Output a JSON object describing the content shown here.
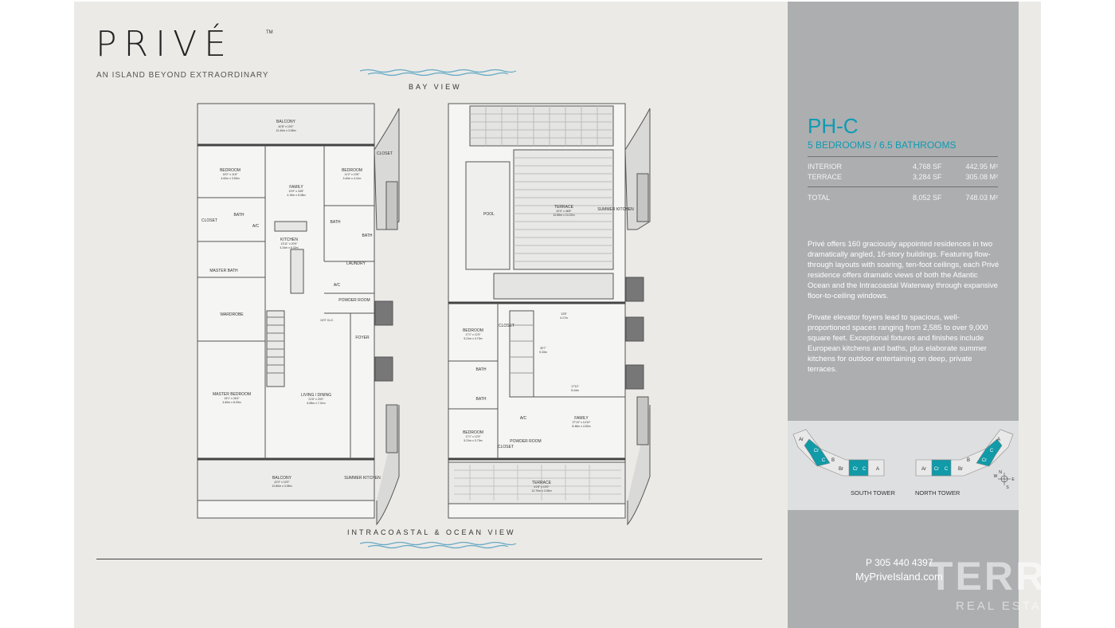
{
  "brand": {
    "logo": "PRIVÉ",
    "trademark": "TM",
    "tagline": "AN ISLAND BEYOND EXTRAORDINARY"
  },
  "views": {
    "top": "BAY VIEW",
    "bottom": "INTRACOASTAL & OCEAN VIEW"
  },
  "plan_lower": {
    "balcony_top": {
      "name": "BALCONY",
      "dims": "40'8\" x 10'0\"",
      "metric": "12.40m x 3.05m"
    },
    "bedroom_left": {
      "name": "BEDROOM",
      "dims": "15'2\" x 11'6\"",
      "metric": "4.62m x 3.50m"
    },
    "family": {
      "name": "FAMILY",
      "dims": "13'9\" x 16'8\"",
      "metric": "4.19m x 5.08m"
    },
    "bedroom_right": {
      "name": "BEDROOM",
      "dims": "11'2\" x 13'6\"",
      "metric": "3.40m x 4.11m"
    },
    "closet_top_right": "CLOSET",
    "closet_left": "CLOSET",
    "bath_left": "BATH",
    "ac": "A/C",
    "bath_right_1": "BATH",
    "bath_right_2": "BATH",
    "kitchen": {
      "name": "KITCHEN",
      "dims": "13'11\" x 20'9\"",
      "metric": "4.24m x 6.32m"
    },
    "laundry": "LAUNDRY",
    "master_bath": "MASTER BATH",
    "ac_2": "A/C",
    "powder_room": "POWDER ROOM",
    "wardrobe": "WARDROBE",
    "ceiling_note": "10'0\" CLG",
    "foyer": "FOYER",
    "master_bedroom": {
      "name": "MASTER BEDROOM",
      "dims": "15'1\" x 26'4\"",
      "metric": "4.60m x 8.03m"
    },
    "living_dining": {
      "name": "LIVING / DINING",
      "dims": "21'6\" x 23'0\"",
      "metric": "6.55m x 7.01m"
    },
    "balcony_bottom": {
      "name": "BALCONY",
      "dims": "42'0\" x 10'0\"",
      "metric": "12.80m x 3.05m"
    },
    "summer_kitchen": "SUMMER KITCHEN"
  },
  "plan_upper": {
    "pool": "POOL",
    "terrace_top": {
      "name": "TERRACE",
      "dims": "42'0\" x 46'8\"",
      "metric": "12.80m x 14.22m"
    },
    "summer_kitchen": "SUMMER KITCHEN",
    "bedroom_1": {
      "name": "BEDROOM",
      "dims": "17'1\" x 12'3\"",
      "metric": "5.21m x 3.73m"
    },
    "closet_1": "CLOSET",
    "open_to_below_1": {
      "dims": "13'8\"",
      "metric": "4.17m"
    },
    "open_to_below_2": {
      "dims": "30'7\"",
      "metric": "9.33m"
    },
    "bath_1": "BATH",
    "bath_2": "BATH",
    "open_to_below_3": {
      "dims": "17'10\"",
      "metric": "5.44m"
    },
    "bedroom_2": {
      "name": "BEDROOM",
      "dims": "17'1\" x 12'3\"",
      "metric": "5.21m x 3.73m"
    },
    "family": {
      "name": "FAMILY",
      "dims": "27'10\" x 14'10\"",
      "metric": "8.48m x 4.52m"
    },
    "ac": "A/C",
    "powder_room": "POWDER ROOM",
    "closet_2": "CLOSET",
    "terrace_bottom": {
      "name": "TERRACE",
      "dims": "41'8\" x 10'0\"",
      "metric": "12.70m x 3.05m"
    }
  },
  "unit": {
    "name": "PH-C",
    "subtitle": "5 BEDROOMS / 6.5 BATHROOMS",
    "rows": [
      {
        "label": "INTERIOR",
        "sf": "4,768 SF",
        "metric": "442.95 M²"
      },
      {
        "label": "TERRACE",
        "sf": "3,284 SF",
        "metric": "305.08 M²"
      }
    ],
    "total": {
      "label": "TOTAL",
      "sf": "8,052 SF",
      "metric": "748.03 M²"
    }
  },
  "description": [
    "Privé offers 160 graciously appointed residences in two dramatically angled, 16-story buildings. Featuring flow-through layouts with soaring, ten-foot ceilings, each Privé residence offers dramatic views of both the Atlantic Ocean and the Intracoastal Waterway through expansive floor-to-ceiling windows.",
    "Private elevator foyers lead to spacious, well-proportioned spaces ranging from 2,585 to over 9,000 square feet.  Exceptional fixtures and finishes include European kitchens and baths, plus elaborate summer kitchens for outdoor entertaining on deep, private terraces."
  ],
  "towers": {
    "south_label": "SOUTH TOWER",
    "north_label": "NORTH TOWER",
    "south_units": [
      "Ar",
      "Cr",
      "C",
      "Br",
      "Cr",
      "C",
      "B",
      "A"
    ],
    "north_units": [
      "Ar",
      "Cr",
      "C",
      "B",
      "Br",
      "Cr",
      "C",
      "A"
    ],
    "compass": [
      "N",
      "S",
      "E",
      "W"
    ],
    "highlight_color": "#119aa7"
  },
  "contact": {
    "phone": "P 305 440 4397",
    "website": "MyPriveIsland.com"
  },
  "watermark": {
    "line1": "TERR",
    "line2": "REAL ESTA"
  },
  "colors": {
    "accent": "#0d9bb3",
    "sidebar": "#acaeb0",
    "page": "#ebeae6"
  }
}
